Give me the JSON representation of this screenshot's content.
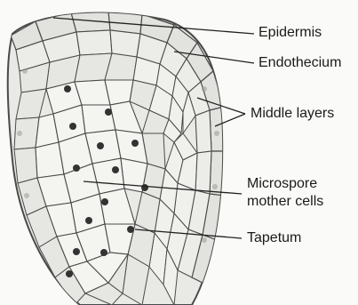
{
  "diagram": {
    "labels": {
      "epidermis": "Epidermis",
      "endothecium": "Endothecium",
      "middle_layers": "Middle layers",
      "microspore_line1": "Microspore",
      "microspore_line2": "mother cells",
      "tapetum": "Tapetum"
    },
    "colors": {
      "cell_stroke": "#4a4a4a",
      "cell_fill": "#e9e9e6",
      "dark_fill": "#cfcfcb",
      "nucleus": "#333333",
      "leader_line": "#222222",
      "background": "#fafaf8"
    }
  }
}
